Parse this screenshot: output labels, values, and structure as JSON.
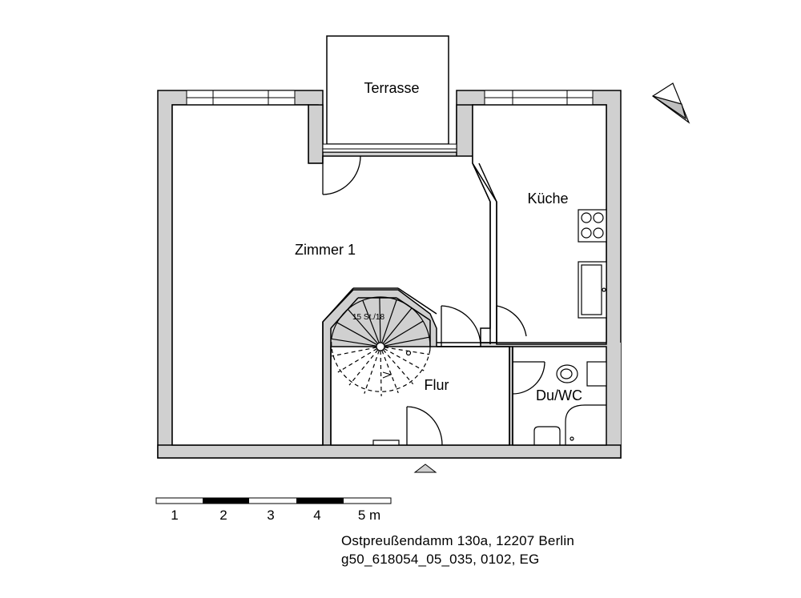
{
  "rooms": {
    "terrace": "Terrasse",
    "room1": "Zimmer 1",
    "kitchen": "Küche",
    "hall": "Flur",
    "bath": "Du/WC"
  },
  "stairs": {
    "label": "15 St./18"
  },
  "scale": {
    "ticks": [
      "1",
      "2",
      "3",
      "4",
      "5 m"
    ]
  },
  "caption": {
    "address": "Ostpreußendamm 130a, 12207 Berlin",
    "reference": "g50_618054_05_035, 0102, EG"
  },
  "colors": {
    "wall": "#d0d0d0",
    "line": "#000000"
  },
  "icons": [
    "north-arrow-icon",
    "entrance-arrow-icon"
  ]
}
